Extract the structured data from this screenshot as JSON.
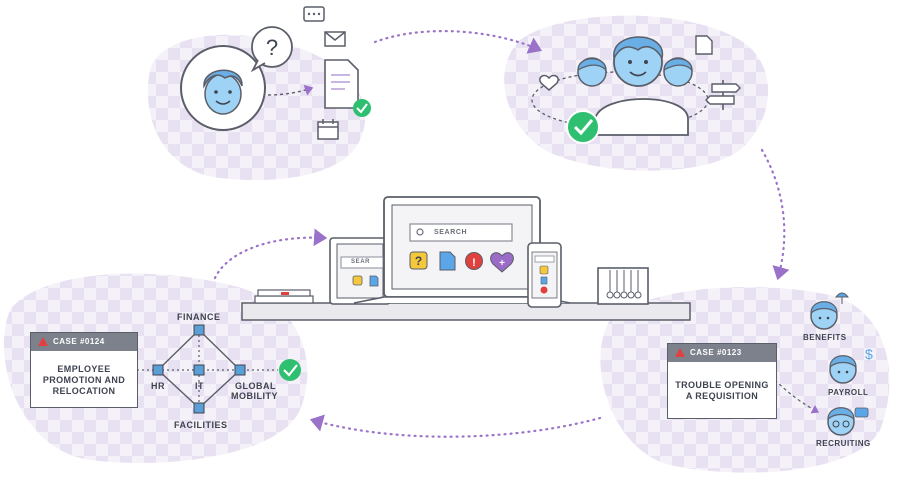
{
  "palette": {
    "blob": "#efeaf5",
    "checker": "#e4dcef",
    "line": "#5a5e68",
    "dotted_arrow": "#9b72c9",
    "face": "#9fd3f5",
    "hair": "#6aaee6",
    "check": "#2fbf71",
    "node": "#5a9fd6",
    "question": "#f5c73a",
    "document": "#5aa6e6",
    "alert": "#e0413f",
    "heart": "#9b6cc7"
  },
  "top_left_scene": {
    "icons": [
      "face-icon",
      "question-bubble-icon",
      "chat-icon",
      "mail-icon",
      "document-icon",
      "check-icon",
      "calendar-icon"
    ]
  },
  "top_right_scene": {
    "icons": [
      "group-faces-icon",
      "heart-icon",
      "document-icon",
      "signpost-icon",
      "check-icon"
    ]
  },
  "center_scene": {
    "laptop_search": "SEARCH",
    "tablet_search": "SEAR",
    "icons": [
      "question-icon",
      "document-icon",
      "alert-icon",
      "heart-plus-icon",
      "books-icon",
      "newtons-cradle-icon"
    ]
  },
  "left_scene": {
    "case_id": "CASE #0124",
    "case_title_line1": "EMPLOYEE",
    "case_title_line2": "PROMOTION AND",
    "case_title_line3": "RELOCATION",
    "nodes": {
      "finance": "FINANCE",
      "hr": "HR",
      "it": "IT",
      "global_line1": "GLOBAL",
      "global_line2": "MOBILITY",
      "facilities": "FACILITIES"
    }
  },
  "right_scene": {
    "case_id": "CASE #0123",
    "case_title_line1": "TROUBLE OPENING",
    "case_title_line2": "A REQUISITION",
    "people": {
      "benefits": "BENEFITS",
      "payroll": "PAYROLL",
      "recruiting": "RECRUITING"
    }
  }
}
